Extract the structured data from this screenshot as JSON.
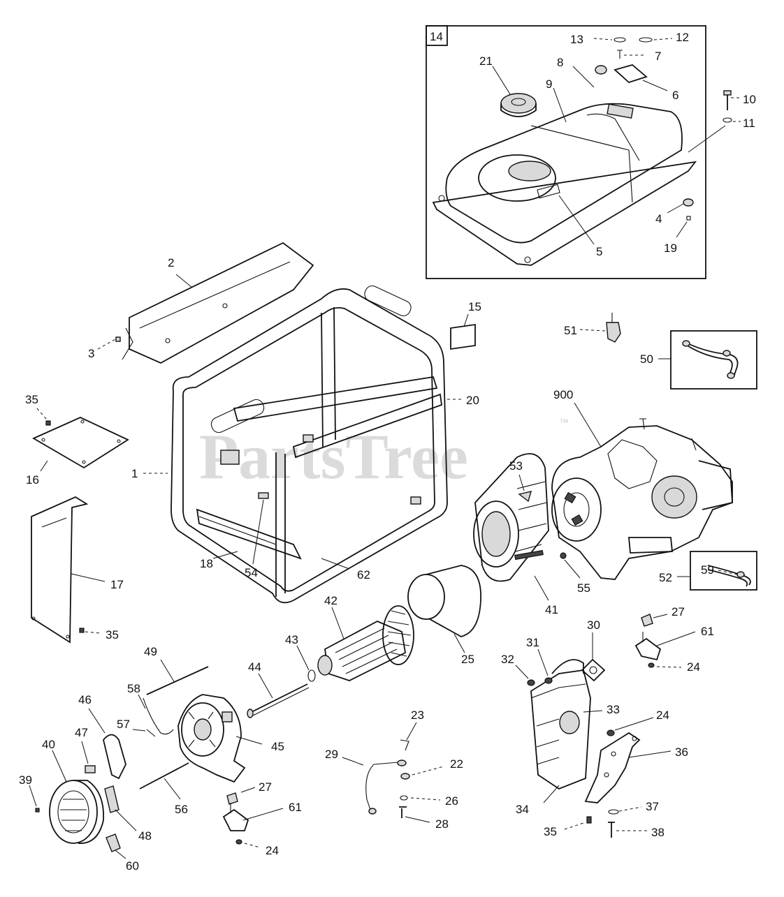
{
  "watermark": {
    "text": "PartsTree",
    "trademark": "™"
  },
  "inset_label": "14",
  "labels": {
    "p1": "1",
    "p2": "2",
    "p3": "3",
    "p4": "4",
    "p5": "5",
    "p6": "6",
    "p7": "7",
    "p8": "8",
    "p9": "9",
    "p10": "10",
    "p11": "11",
    "p12": "12",
    "p13": "13",
    "p15": "15",
    "p16": "16",
    "p17": "17",
    "p18": "18",
    "p19": "19",
    "p20": "20",
    "p21": "21",
    "p22": "22",
    "p23": "23",
    "p24a": "24",
    "p24b": "24",
    "p24c": "24",
    "p25": "25",
    "p26": "26",
    "p27a": "27",
    "p27b": "27",
    "p28": "28",
    "p29": "29",
    "p30": "30",
    "p31": "31",
    "p32": "32",
    "p33": "33",
    "p34": "34",
    "p35a": "35",
    "p35b": "35",
    "p35c": "35",
    "p36": "36",
    "p37": "37",
    "p38": "38",
    "p39": "39",
    "p40": "40",
    "p41": "41",
    "p42": "42",
    "p43": "43",
    "p44": "44",
    "p45": "45",
    "p46": "46",
    "p47": "47",
    "p48": "48",
    "p49": "49",
    "p50": "50",
    "p51": "51",
    "p52": "52",
    "p53": "53",
    "p54": "54",
    "p55": "55",
    "p56": "56",
    "p57": "57",
    "p58": "58",
    "p59": "59",
    "p60": "60",
    "p61a": "61",
    "p61b": "61",
    "p62": "62",
    "p900": "900"
  }
}
